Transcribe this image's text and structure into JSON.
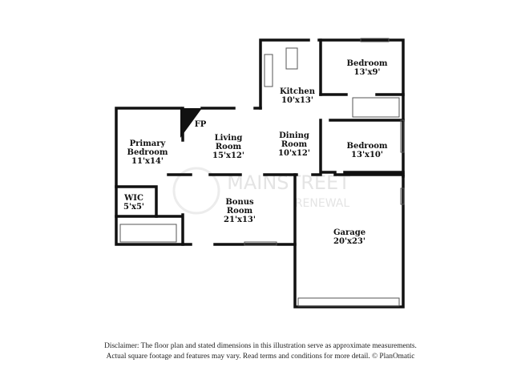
{
  "rooms": [
    {
      "name": "Kitchen",
      "size": "10'x13'"
    },
    {
      "name": "Bedroom",
      "size": "13'x9'"
    },
    {
      "name": "Primary Bedroom",
      "name_line1": "Primary",
      "name_line2": "Bedroom",
      "size": "11'x14'"
    },
    {
      "name": "Living Room",
      "name_line1": "Living",
      "name_line2": "Room",
      "size": "15'x12'"
    },
    {
      "name": "Dining Room",
      "name_line1": "Dining",
      "name_line2": "Room",
      "size": "10'x12'"
    },
    {
      "name": "Bedroom",
      "size": "13'x10'"
    },
    {
      "name": "WIC",
      "size": "5'x5'"
    },
    {
      "name": "Bonus Room",
      "name_line1": "Bonus",
      "name_line2": "Room",
      "size": "21'x13'"
    },
    {
      "name": "Garage",
      "size": "20'x23'"
    }
  ],
  "fireplace_label": "FP",
  "watermark": {
    "line1": "MAINSTREET",
    "line2": "RENEWAL"
  },
  "disclaimer": {
    "line1": "Disclaimer: The floor plan and stated dimensions in this illustration serve as approximate measurements.",
    "line2": "Actual square footage and features may vary. Read terms and conditions for more detail. © PlanOmatic"
  }
}
